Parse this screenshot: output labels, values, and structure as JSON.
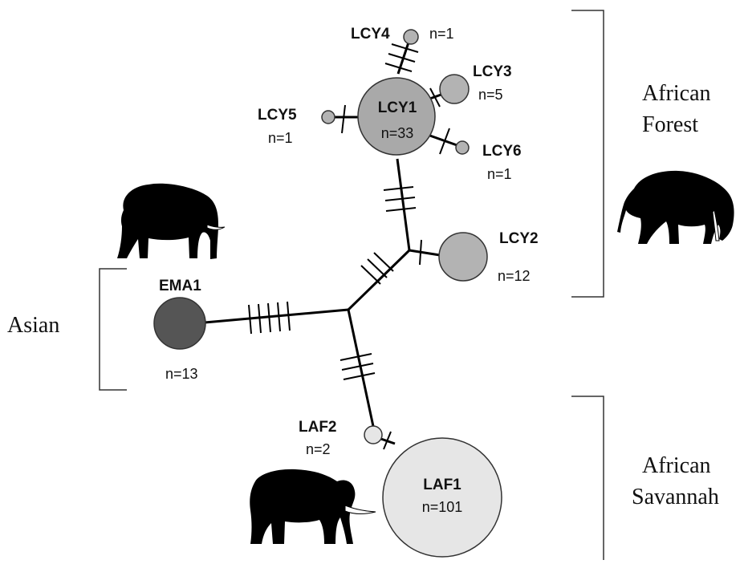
{
  "groups": {
    "african_forest": [
      "African",
      "Forest"
    ],
    "asian": "Asian",
    "african_savannah": [
      "African",
      "Savannah"
    ]
  },
  "haplotypes": {
    "LCY1": {
      "label": "LCY1",
      "count": "n=33",
      "color": "#a9a9a9"
    },
    "LCY2": {
      "label": "LCY2",
      "count": "n=12",
      "color": "#b3b3b3"
    },
    "LCY3": {
      "label": "LCY3",
      "count": "n=5",
      "color": "#b3b3b3"
    },
    "LCY4": {
      "label": "LCY4",
      "count": "n=1",
      "color": "#b3b3b3"
    },
    "LCY5": {
      "label": "LCY5",
      "count": "n=1",
      "color": "#b3b3b3"
    },
    "LCY6": {
      "label": "LCY6",
      "count": "n=1",
      "color": "#b3b3b3"
    },
    "EMA1": {
      "label": "EMA1",
      "count": "n=13",
      "color": "#555555"
    },
    "LAF1": {
      "label": "LAF1",
      "count": "n=101",
      "color": "#e6e6e6"
    },
    "LAF2": {
      "label": "LAF2",
      "count": "n=2",
      "color": "#e6e6e6"
    }
  },
  "icons": [
    "asian-elephant-icon",
    "forest-elephant-icon",
    "savannah-elephant-icon"
  ]
}
